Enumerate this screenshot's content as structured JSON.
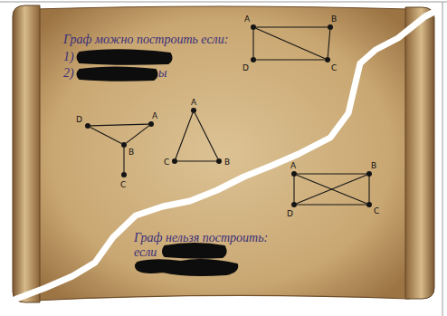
{
  "diagram": {
    "nodes": [
      {
        "text": [
          "A"
        ]
      },
      {
        "text": [
          "B"
        ]
      },
      {
        "text": [
          "D"
        ]
      },
      {
        "text": [
          "C"
        ]
      },
      {
        "text": [
          "D"
        ]
      },
      {
        "text": [
          "A"
        ]
      },
      {
        "text": [
          "B"
        ]
      },
      {
        "text": [
          "C"
        ]
      },
      {
        "text": [
          "A"
        ]
      },
      {
        "text": [
          "C"
        ]
      },
      {
        "text": [
          "B"
        ]
      },
      {
        "text": [
          "A"
        ]
      },
      {
        "text": [
          "B"
        ]
      },
      {
        "text": [
          "D"
        ]
      },
      {
        "text": [
          "C"
        ]
      }
    ],
    "edges": [
      {
        "from": 0,
        "to": 1,
        "arrow": "none"
      },
      {
        "from": 1,
        "to": 3,
        "arrow": "none"
      },
      {
        "from": 3,
        "to": 2,
        "arrow": "none"
      },
      {
        "from": 2,
        "to": 0,
        "arrow": "none"
      },
      {
        "from": 0,
        "to": 3,
        "arrow": "none"
      },
      {
        "from": 4,
        "to": 5,
        "arrow": "none"
      },
      {
        "from": 4,
        "to": 6,
        "arrow": "none"
      },
      {
        "from": 5,
        "to": 6,
        "arrow": "none"
      },
      {
        "from": 6,
        "to": 7,
        "arrow": "none"
      },
      {
        "from": 8,
        "to": 9,
        "arrow": "none"
      },
      {
        "from": 8,
        "to": 10,
        "arrow": "none"
      },
      {
        "from": 9,
        "to": 10,
        "arrow": "none"
      },
      {
        "from": 11,
        "to": 12,
        "arrow": "none"
      },
      {
        "from": 12,
        "to": 14,
        "arrow": "none"
      },
      {
        "from": 14,
        "to": 13,
        "arrow": "none"
      },
      {
        "from": 13,
        "to": 11,
        "arrow": "none"
      },
      {
        "from": 11,
        "to": 14,
        "arrow": "none"
      },
      {
        "from": 12,
        "to": 13,
        "arrow": "none"
      }
    ],
    "labels": [
      "Граф можно построить если:",
      "1)",
      "2)",
      "ы",
      "Граф нельзя построить:",
      "если"
    ]
  }
}
